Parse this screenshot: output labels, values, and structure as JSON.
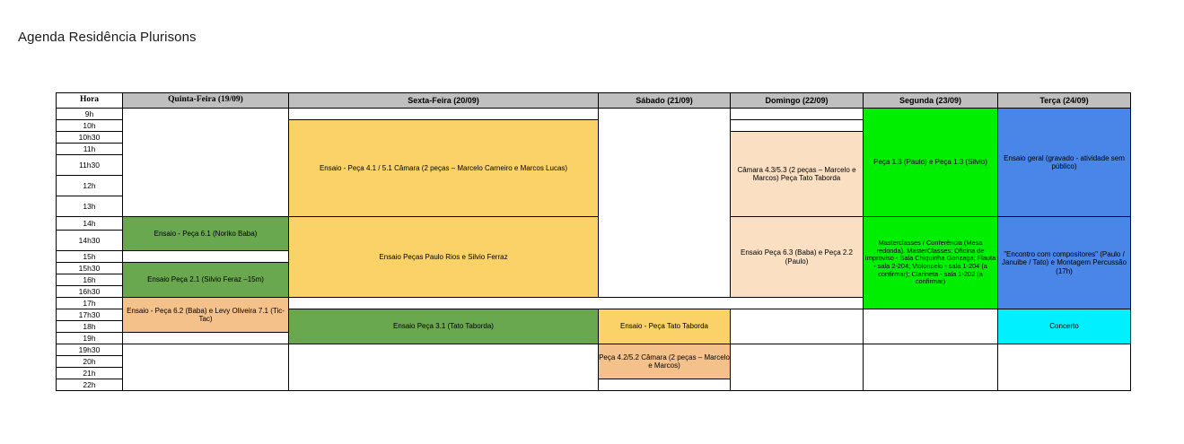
{
  "page": {
    "title": "Agenda Residência Plurisons"
  },
  "colors": {
    "header_gray": "#bfbfbf",
    "green_dark": "#6aa84f",
    "yellow": "#fbd267",
    "peach": "#fadfc3",
    "orange": "#f5c18a",
    "green_bright": "#00ee00",
    "blue": "#4a86e8",
    "cyan": "#00f0ff",
    "white": "#ffffff",
    "border": "#000000"
  },
  "table": {
    "hour_header": "Hora",
    "day_headers": [
      {
        "label": "Quinta-Feira (19/09)",
        "key": "quinta"
      },
      {
        "label": "Sexta-Feira (20/09)",
        "key": "sexta"
      },
      {
        "label": "Sábado (21/09)",
        "key": "sabado"
      },
      {
        "label": "Domingo (22/09)",
        "key": "domingo"
      },
      {
        "label": "Segunda (23/09)",
        "key": "segunda"
      },
      {
        "label": "Terça (24/09)",
        "key": "terca"
      }
    ],
    "hours": [
      "9h",
      "10h",
      "10h30",
      "11h",
      "11h30",
      "12h",
      "13h",
      "14h",
      "14h30",
      "15h",
      "15h30",
      "16h",
      "16h30",
      "17h",
      "17h30",
      "18h",
      "19h",
      "19h30",
      "20h",
      "21h",
      "22h"
    ]
  },
  "events": {
    "quinta": {
      "ensaio_61": "Ensaio - Peça 6.1 (Noriko Baba)",
      "ensaio_21": "Ensaio Peça 2.1 (Silvio Feraz –15m)",
      "ensaio_31": "Ensaio Peça 3.1 (Tato Taborda)"
    },
    "sexta": {
      "camara_41_51": "Ensaio - Peça 4.1 / 5.1 Câmara (2 peças – Marcelo Carneiro e Marcos Lucas)",
      "pecas_paulo_silvio": "Ensaio Peças Paulo Rios e Silvio Ferraz",
      "peca_tato": "Ensaio - Peça Tato Taborda"
    },
    "sabado": {
      "ensaio_62_71": "Ensaio - Peça 6.2 (Baba) e Levy Oliveira 7.1 (Tic-Tac)",
      "camara_42_52": "Peça 4.2/5.2 Câmara (2 peças – Marcelo e Marcos)"
    },
    "domingo": {
      "camara_43_53": "Câmara 4.3/5.3 (2 peças – Marcelo e Marcos) Peça Tato Taborda",
      "ensaio_63_22": "Ensaio Peça 6.3 (Baba) e Peça 2.2 (Paulo)"
    },
    "segunda": {
      "peca_13": "Peça 1.3 (Paulo) e Peça 1.3 (Silvio)",
      "masterclasses": "Masterclasses / Conferência (Mesa redonda). MasterClasses: Oficina de Improviso - Sala Chiquinha Gonzaga; Flauta - sala 2-204; Violoncelo - sala 1-204 (a confirmar); Clarineta - sala 1-202 (a confirmar)"
    },
    "terca": {
      "ensaio_geral": "Ensaio geral (gravado - atividade sem público)",
      "encontro": "\"Encontro com compositores\" (Paulo / Januibe / Tato) e Montagem Percussão (17h)",
      "concerto": "Concerto"
    }
  }
}
